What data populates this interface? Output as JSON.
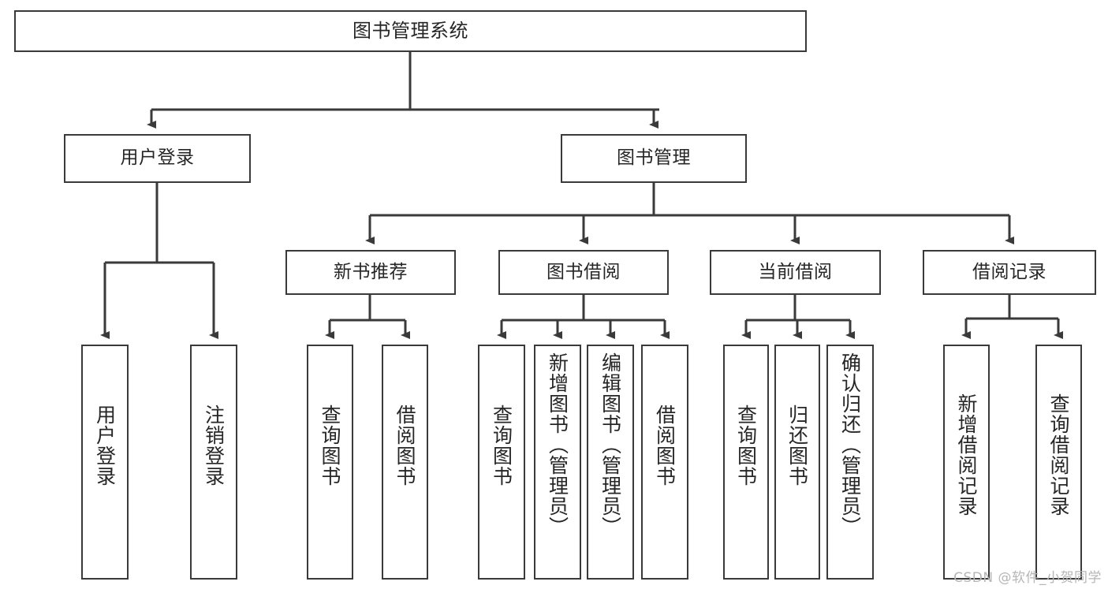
{
  "diagram": {
    "title": "图书管理系统",
    "type": "tree",
    "watermark": "CSDN @软件_小贺同学",
    "colors": {
      "box_border": "#3a3a3a",
      "box_fill": "#ffffff",
      "edge": "#3a3a3a",
      "text": "#262626",
      "watermark": "#b6b6b6"
    },
    "root": {
      "label": "图书管理系统"
    },
    "level2": [
      {
        "label": "用户登录"
      },
      {
        "label": "图书管理"
      }
    ],
    "level3": [
      {
        "label": "新书推荐"
      },
      {
        "label": "图书借阅"
      },
      {
        "label": "当前借阅"
      },
      {
        "label": "借阅记录"
      }
    ],
    "leaves": {
      "user_login": [
        {
          "label": "用户登录"
        },
        {
          "label": "注销登录"
        }
      ],
      "new_book_recommend": [
        {
          "label": "查询图书"
        },
        {
          "label": "借阅图书"
        }
      ],
      "book_borrow": [
        {
          "label": "查询图书"
        },
        {
          "label": "新增图书（管理员）"
        },
        {
          "label": "编辑图书（管理员）"
        },
        {
          "label": "借阅图书"
        }
      ],
      "current_borrow": [
        {
          "label": "查询图书"
        },
        {
          "label": "归还图书"
        },
        {
          "label": "确认归还（管理员）"
        }
      ],
      "borrow_record": [
        {
          "label": "新增借阅记录"
        },
        {
          "label": "查询借阅记录"
        }
      ]
    }
  }
}
